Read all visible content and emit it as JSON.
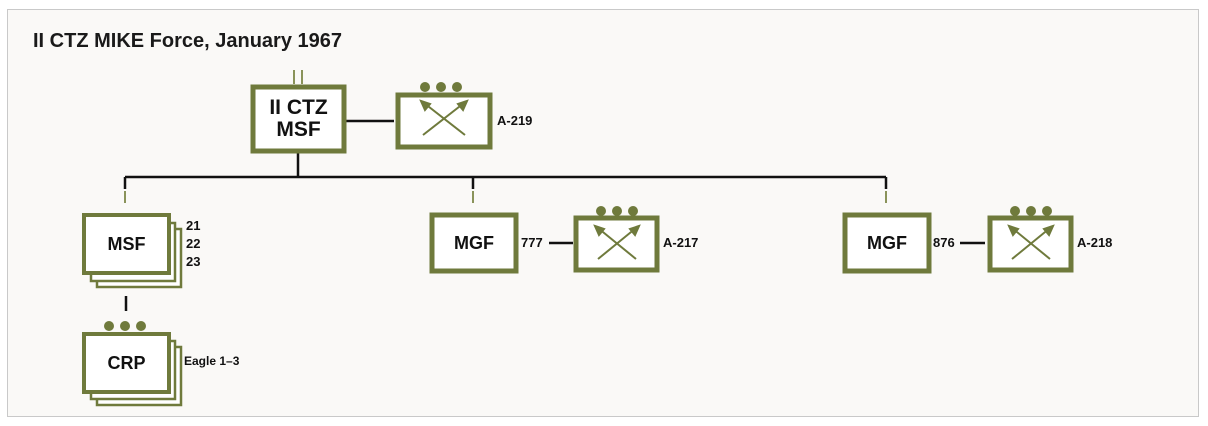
{
  "title": "II CTZ MIKE Force, January 1967",
  "colors": {
    "olive": "#6f7a3c",
    "olive_light": "#9aa37a",
    "line": "#111111",
    "box_fill": "#ffffff",
    "background": "#faf9f7"
  },
  "nodes": {
    "hq": {
      "line1": "II CTZ",
      "line2": "MSF",
      "size_symbol": "II"
    },
    "hq_sf_team": {
      "icon": "special-forces-crossed-arrows-icon",
      "label": "A-219"
    },
    "msf": {
      "label": "MSF",
      "numbers": [
        "21",
        "22",
        "23"
      ]
    },
    "mgf_left": {
      "label": "MGF",
      "number": "777"
    },
    "mgf_left_sf_team": {
      "icon": "special-forces-crossed-arrows-icon",
      "label": "A-217"
    },
    "mgf_right": {
      "label": "MGF",
      "number": "876"
    },
    "mgf_right_sf_team": {
      "icon": "special-forces-crossed-arrows-icon",
      "label": "A-218"
    },
    "crp": {
      "label": "CRP",
      "units": "Eagle 1–3"
    }
  }
}
